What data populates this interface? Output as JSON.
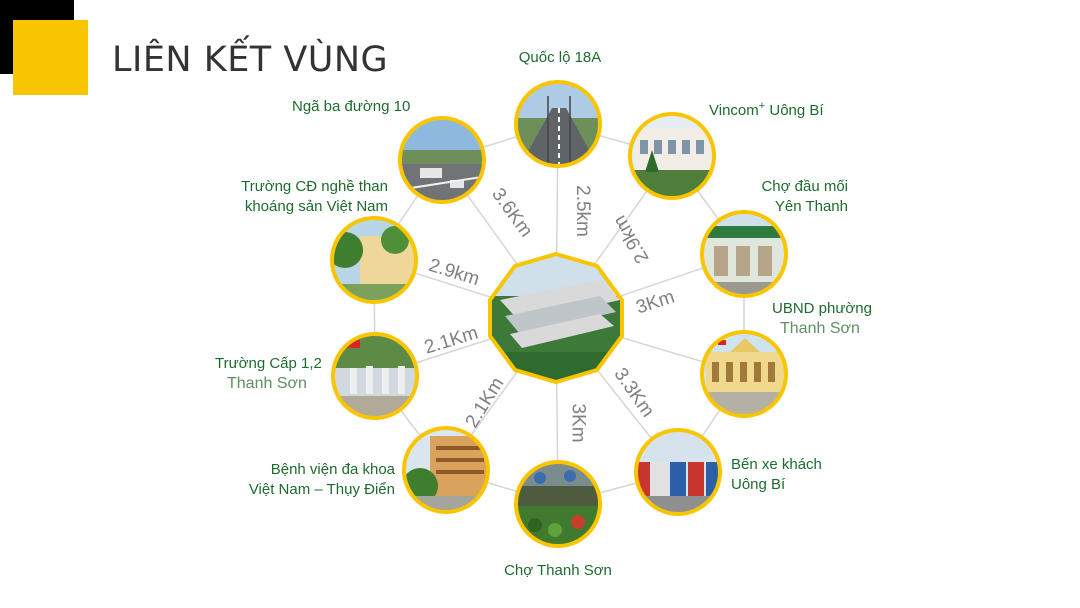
{
  "header": {
    "title": "LIÊN KẾT VÙNG"
  },
  "center": {
    "name": ""
  },
  "nodes": [
    {
      "id": "ql18a",
      "label": "Quốc lộ 18A",
      "distance": "2.5km"
    },
    {
      "id": "vincom",
      "label": "Vincom",
      "sup": "+",
      "label2": " Uông Bí",
      "distance": "2.9km"
    },
    {
      "id": "chodaumoi",
      "line1": "Chợ đầu mối",
      "line2": "Yên Thanh",
      "distance": "3Km"
    },
    {
      "id": "ubnd",
      "line1": "UBND phường",
      "line2": "Thanh Sơn",
      "distance": ""
    },
    {
      "id": "benxe",
      "line1": "Bến xe khách",
      "line2": "Uông Bí",
      "distance": "3.3Km"
    },
    {
      "id": "chothanhson",
      "label": "Chợ Thanh Sơn",
      "distance": "3Km"
    },
    {
      "id": "benhvien",
      "line1": "Bệnh viện đa khoa",
      "line2": "Việt Nam – Thụy Điển",
      "distance": "2.1Km"
    },
    {
      "id": "truongcap",
      "line1": "Trường Cấp 1,2",
      "line2": "Thanh Sơn",
      "distance": "2.1Km"
    },
    {
      "id": "truongcd",
      "line1": "Trường CĐ nghề than",
      "line2": "khoáng sản Việt Nam",
      "distance": "2.9km"
    },
    {
      "id": "ngaba",
      "label": "Ngã ba đường 10",
      "distance": "3.6Km"
    }
  ],
  "colors": {
    "accent": "#f9c400",
    "label_green": "#1e6b2e",
    "distance_gray": "#808080",
    "line_gray": "#cccccc"
  }
}
